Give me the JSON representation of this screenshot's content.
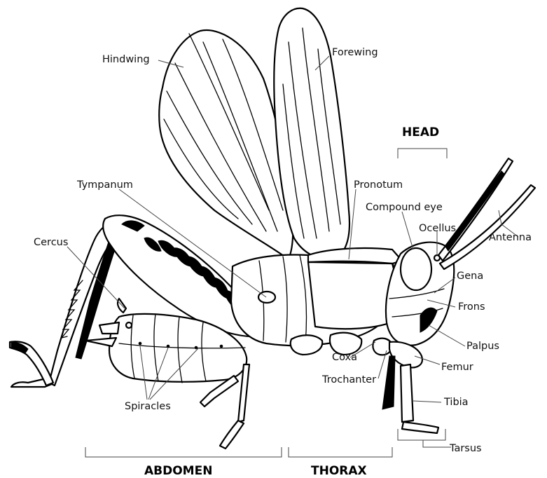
{
  "labels": {
    "hindwing": "Hindwing",
    "forewing": "Forewing",
    "tympanum": "Tympanum",
    "pronotum": "Pronotum",
    "compound_eye": "Compound eye",
    "ocellus": "Ocellus",
    "antenna": "Antenna",
    "cercus": "Cercus",
    "gena": "Gena",
    "frons": "Frons",
    "palpus": "Palpus",
    "coxa": "Coxa",
    "femur": "Femur",
    "trochanter": "Trochanter",
    "tibia": "Tibia",
    "spiracles": "Spiracles",
    "tarsus": "Tarsus"
  },
  "sections": {
    "head": "HEAD",
    "abdomen": "ABDOMEN",
    "thorax": "THORAX"
  }
}
